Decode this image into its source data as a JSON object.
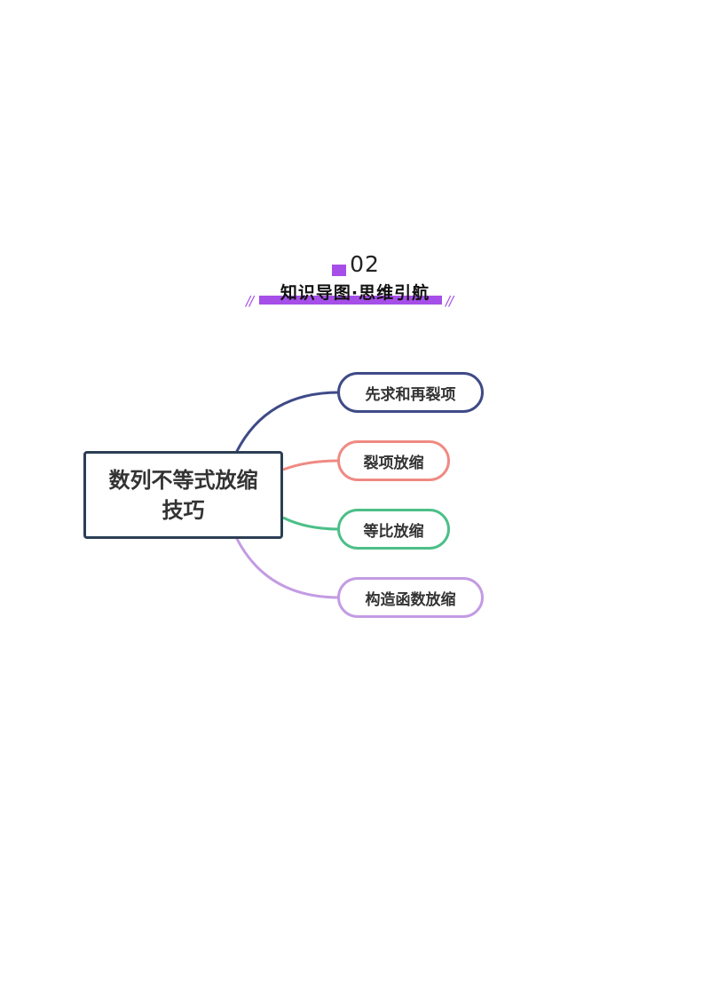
{
  "header": {
    "number": "02",
    "title": "知识导图·思维引航",
    "decoration_left": "//",
    "decoration_right": "//",
    "accent_color": "#a64ee8"
  },
  "mindmap": {
    "root": {
      "label": "数列不等式放缩技巧",
      "border_color": "#2c3e55"
    },
    "branches": [
      {
        "label": "先求和再裂项",
        "color": "#3f4a87"
      },
      {
        "label": "裂项放缩",
        "color": "#ef8a83"
      },
      {
        "label": "等比放缩",
        "color": "#4cbf88"
      },
      {
        "label": "构造函数放缩",
        "color": "#c39be3"
      }
    ]
  }
}
